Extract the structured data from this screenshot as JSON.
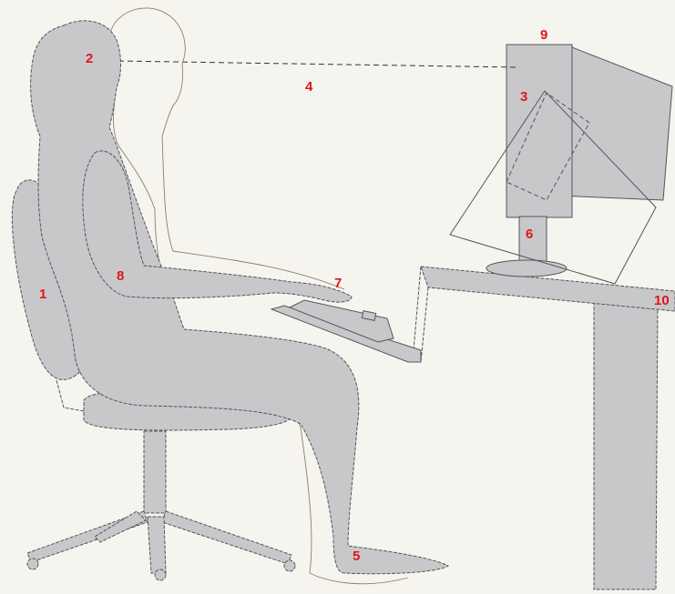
{
  "colors": {
    "background": "#f6f4ef",
    "fill": "#c8c8cb",
    "outline": "#55555a",
    "label": "#e0161b"
  },
  "labels": {
    "n1": "1",
    "n2": "2",
    "n3": "3",
    "n4": "4",
    "n5": "5",
    "n6": "6",
    "n7": "7",
    "n8": "8",
    "n9": "9",
    "n10": "10"
  }
}
